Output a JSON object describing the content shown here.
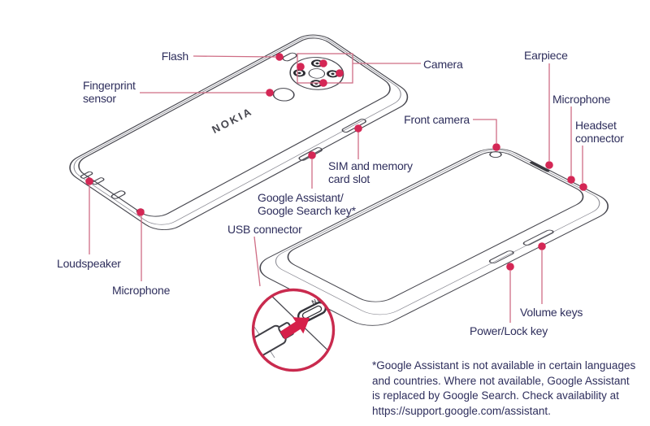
{
  "diagram": {
    "brand": "NOKIA",
    "labels": {
      "flash": "Flash",
      "fingerprint_line1": "Fingerprint",
      "fingerprint_line2": "sensor",
      "camera": "Camera",
      "earpiece": "Earpiece",
      "microphone_top": "Microphone",
      "headset_line1": "Headset",
      "headset_line2": "connector",
      "front_camera": "Front camera",
      "sim_line1": "SIM and memory",
      "sim_line2": "card slot",
      "google_key_line1": "Google Assistant/",
      "google_key_line2": "Google Search key*",
      "usb_connector": "USB connector",
      "loudspeaker": "Loudspeaker",
      "microphone_bottom": "Microphone",
      "volume_keys": "Volume keys",
      "power_key": "Power/Lock key"
    },
    "footnote": {
      "lines": [
        "*Google Assistant is not available in certain languages",
        "and countries. Where not available, Google Assistant",
        "is replaced by Google Search. Check availability at",
        "https://support.google.com/assistant."
      ]
    },
    "colors": {
      "callout_dot": "#d42755",
      "leader_line": "#cf6d85",
      "magnifier_ring": "#c92a4e",
      "arrow_red": "#d6204a",
      "text": "#2e2e5c",
      "outline": "#47474f"
    }
  }
}
